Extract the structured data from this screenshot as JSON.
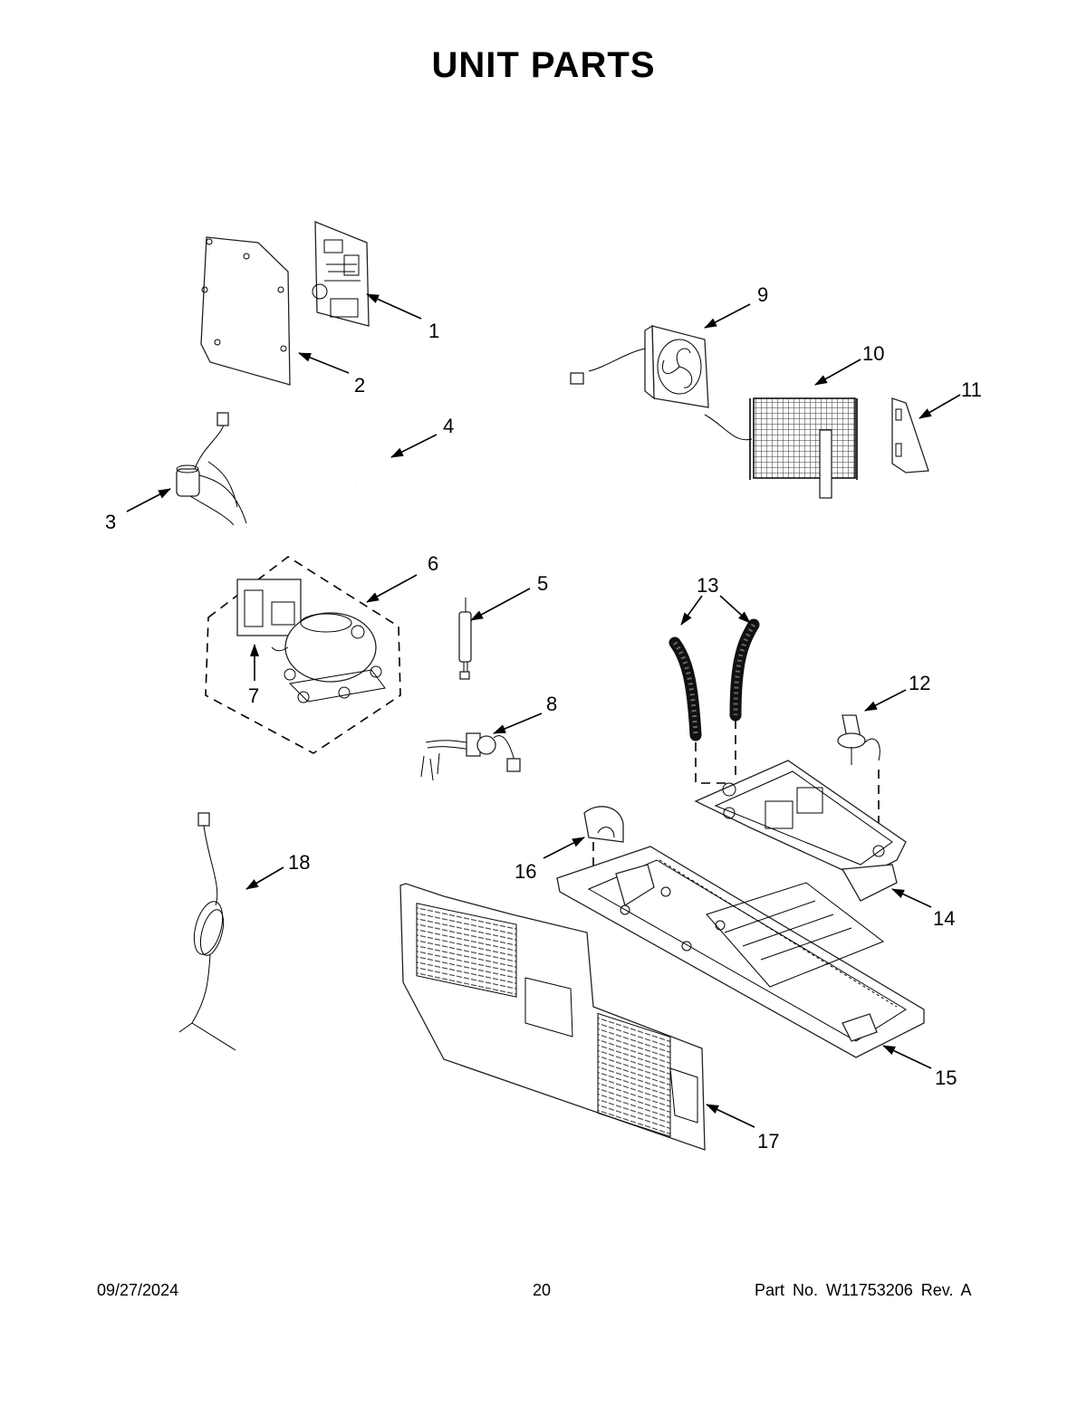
{
  "page": {
    "title": "UNIT PARTS",
    "footer": {
      "date": "09/27/2024",
      "page_number": "20",
      "part_info": "Part No. W11753206 Rev. A"
    }
  },
  "callouts": [
    {
      "id": "1",
      "label": "1"
    },
    {
      "id": "2",
      "label": "2"
    },
    {
      "id": "3",
      "label": "3"
    },
    {
      "id": "4",
      "label": "4"
    },
    {
      "id": "5",
      "label": "5"
    },
    {
      "id": "6",
      "label": "6"
    },
    {
      "id": "7",
      "label": "7"
    },
    {
      "id": "8",
      "label": "8"
    },
    {
      "id": "9",
      "label": "9"
    },
    {
      "id": "10",
      "label": "10"
    },
    {
      "id": "11",
      "label": "11"
    },
    {
      "id": "12",
      "label": "12"
    },
    {
      "id": "13",
      "label": "13"
    },
    {
      "id": "14",
      "label": "14"
    },
    {
      "id": "15",
      "label": "15"
    },
    {
      "id": "16",
      "label": "16"
    },
    {
      "id": "17",
      "label": "17"
    },
    {
      "id": "18",
      "label": "18"
    }
  ]
}
